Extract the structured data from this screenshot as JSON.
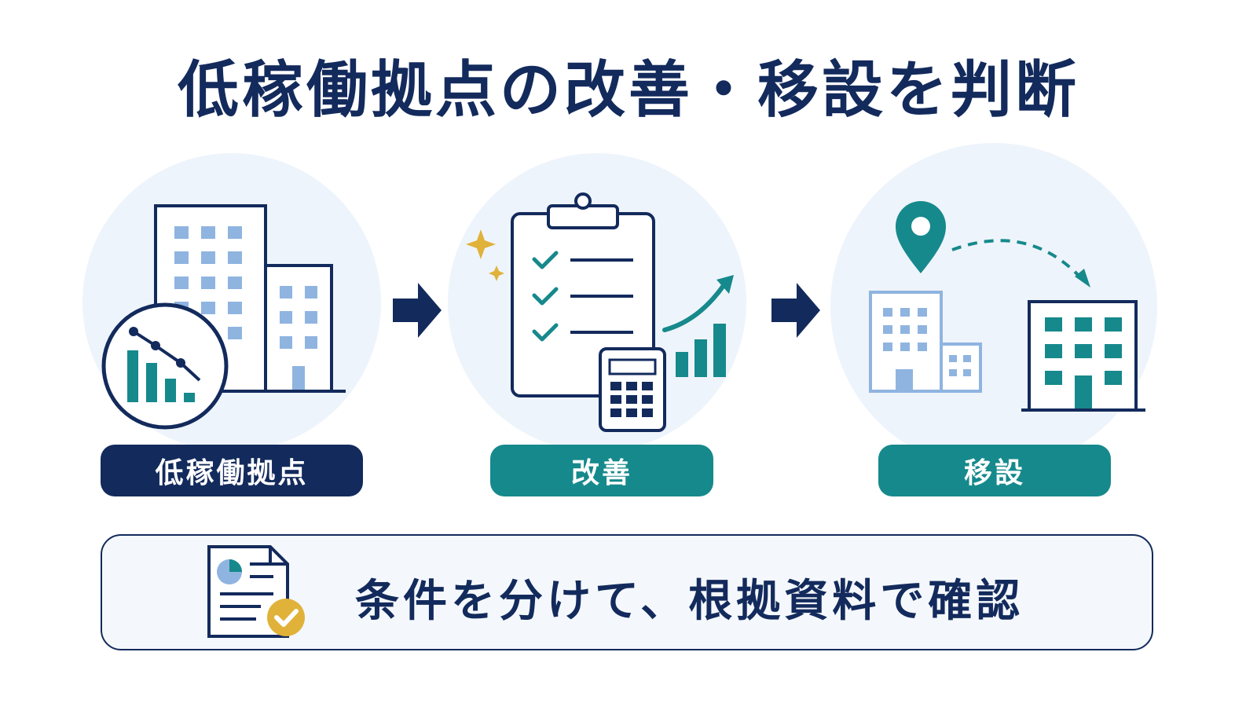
{
  "title": "低稼働拠点の改善・移設を判断",
  "steps": [
    {
      "label": "低稼働拠点",
      "icon": "declining-buildings-icon"
    },
    {
      "label": "改善",
      "icon": "clipboard-calculator-growth-icon"
    },
    {
      "label": "移設",
      "icon": "relocation-pin-buildings-icon"
    }
  ],
  "note": {
    "text": "条件を分けて、根拠資料で確認",
    "icon": "document-check-icon"
  },
  "colors": {
    "navy": "#132a5c",
    "teal": "#16898c",
    "light_blue": "#8fb4e0",
    "gold": "#e0b23a",
    "circle_bg": "#eef4fb"
  }
}
